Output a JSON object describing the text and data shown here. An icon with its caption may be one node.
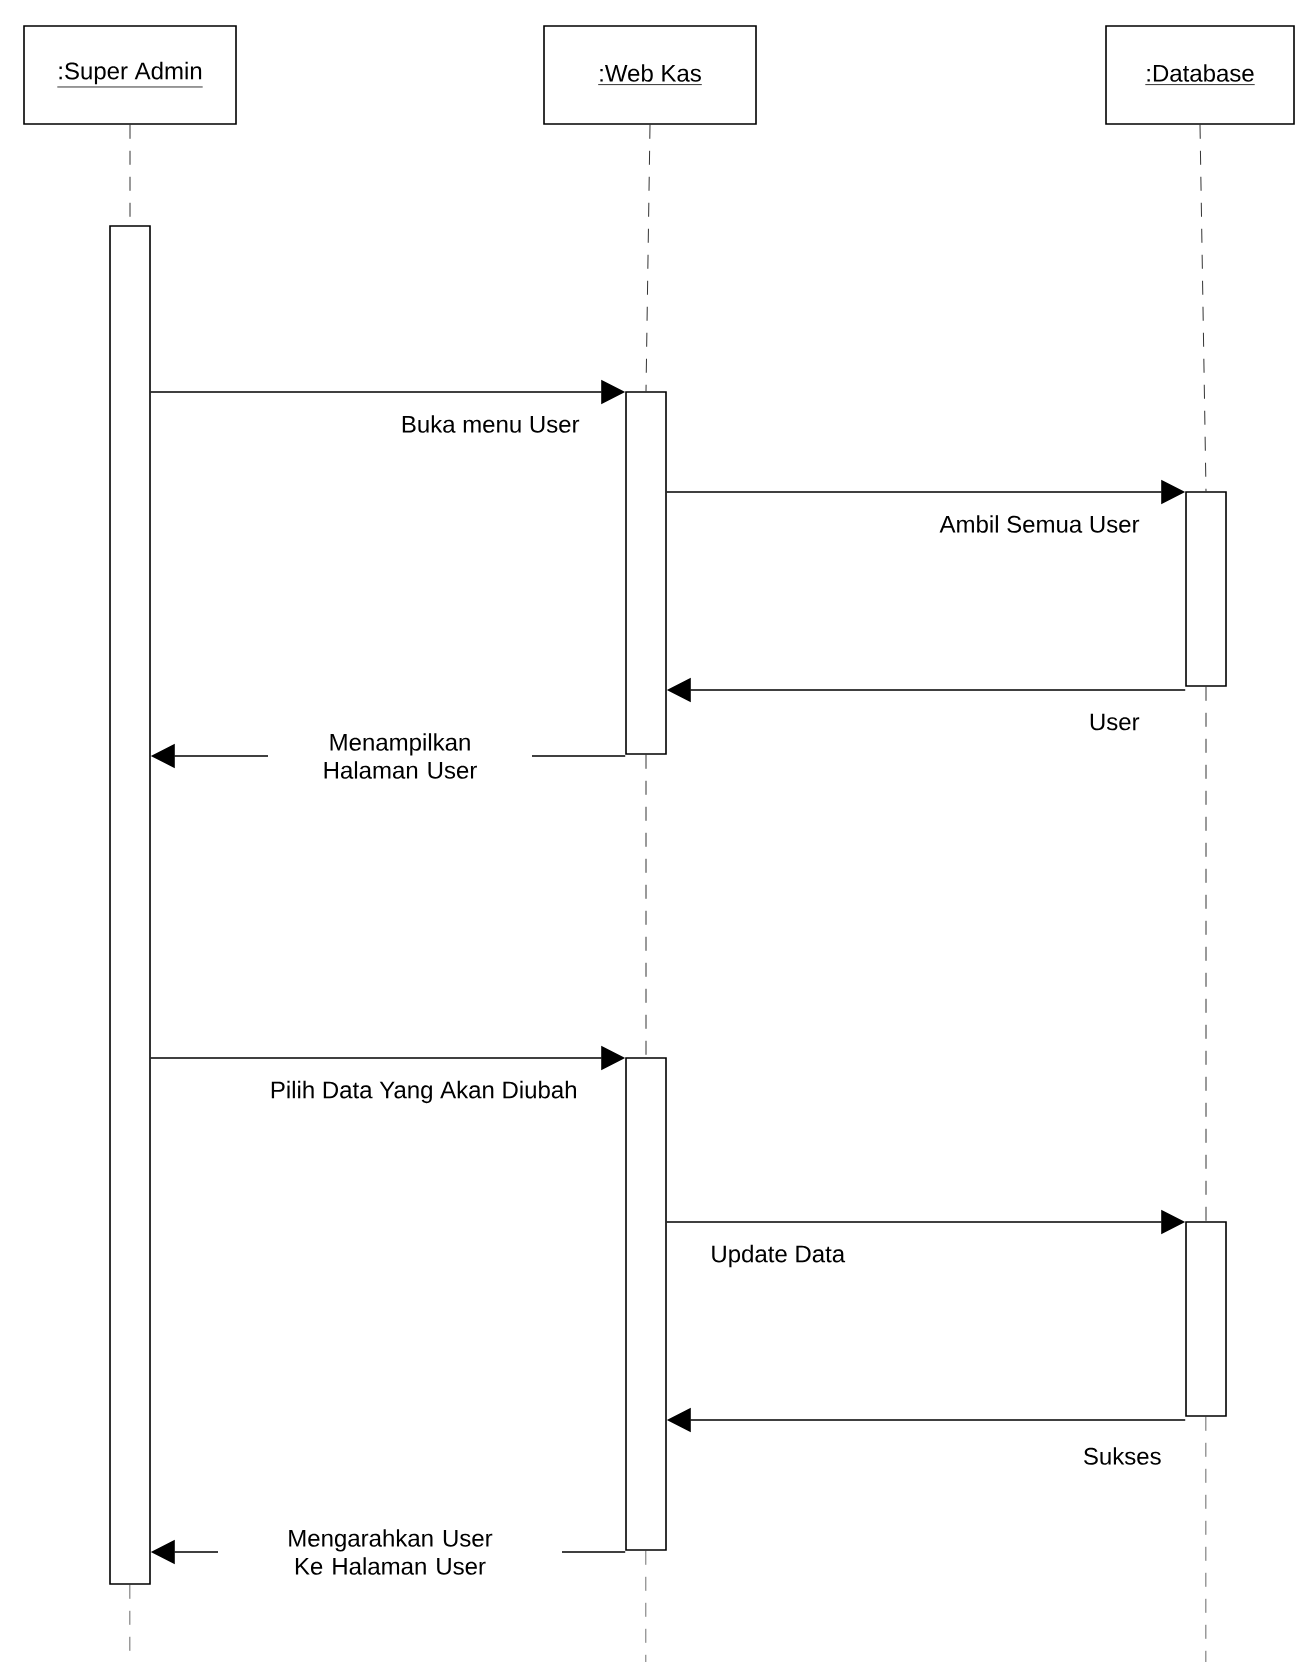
{
  "diagram": {
    "nodes": [
      {
        "text": [
          ":Super Admin"
        ]
      },
      {
        "text": [
          ":Web Kas"
        ]
      },
      {
        "text": [
          ":Database"
        ]
      },
      {
        "text": [],
        "shape": "bar"
      },
      {
        "text": [],
        "shape": "bar"
      },
      {
        "text": [],
        "shape": "bar"
      },
      {
        "text": [],
        "shape": "bar"
      },
      {
        "text": [],
        "shape": "bar"
      }
    ],
    "edges": [
      {
        "from": 0,
        "to": 3,
        "arrow": "none",
        "style": "dashed"
      },
      {
        "from": 1,
        "to": 4,
        "arrow": "none",
        "style": "dashed"
      },
      {
        "from": 4,
        "to": 6,
        "arrow": "none",
        "style": "dashed"
      },
      {
        "from": 2,
        "to": 5,
        "arrow": "none",
        "style": "dashed"
      },
      {
        "from": 5,
        "to": 7,
        "arrow": "none",
        "style": "dashed"
      },
      {
        "from": 3,
        "to": null,
        "arrow": "none",
        "style": "dashed"
      },
      {
        "from": 6,
        "to": null,
        "arrow": "none",
        "style": "dashed"
      },
      {
        "from": 7,
        "to": null,
        "arrow": "none",
        "style": "dashed"
      },
      {
        "from": 3,
        "to": 4,
        "arrow": "to",
        "label": "Buka menu User"
      },
      {
        "from": 4,
        "to": 5,
        "arrow": "to",
        "label": "Ambil Semua User"
      },
      {
        "from": 5,
        "to": 4,
        "arrow": "to",
        "label": "User"
      },
      {
        "from": 4,
        "to": 3,
        "arrow": "to",
        "label": "Menampilkan Halaman User"
      },
      {
        "from": 3,
        "to": 6,
        "arrow": "to",
        "label": "Pilih Data Yang Akan Diubah"
      },
      {
        "from": 6,
        "to": 7,
        "arrow": "to",
        "label": "Update Data"
      },
      {
        "from": 7,
        "to": 6,
        "arrow": "to",
        "label": "Sukses"
      },
      {
        "from": 6,
        "to": 3,
        "arrow": "to",
        "label": "Mengarahkan User Ke Halaman User"
      }
    ]
  }
}
